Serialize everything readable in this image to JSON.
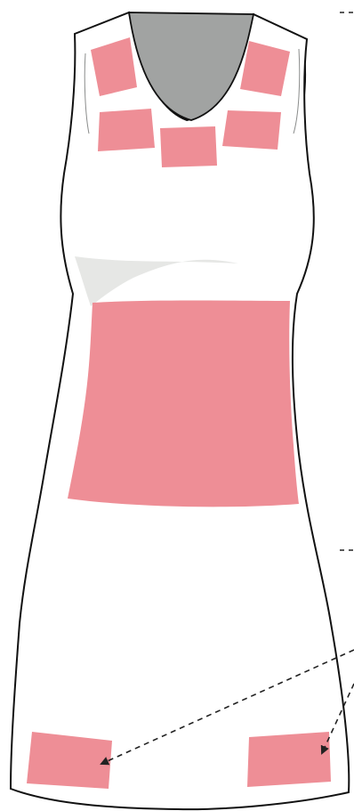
{
  "diagram": {
    "subject": "sleeveless-dress-garment-flat",
    "colors": {
      "background": "#ffffff",
      "outline": "#111111",
      "panel": "#ee8e96",
      "neckline_lining": "#a1a3a2",
      "fold_shadow": "#e6e7e5",
      "callout_line": "#222222"
    },
    "regions": [
      {
        "id": "yoke-panel-left-top",
        "fill": "panel"
      },
      {
        "id": "yoke-panel-right-top",
        "fill": "panel"
      },
      {
        "id": "yoke-panel-left-bottom",
        "fill": "panel"
      },
      {
        "id": "yoke-panel-center",
        "fill": "panel"
      },
      {
        "id": "yoke-panel-right-bottom",
        "fill": "panel"
      },
      {
        "id": "waist-panel",
        "fill": "panel"
      },
      {
        "id": "hem-panel-left",
        "fill": "panel"
      },
      {
        "id": "hem-panel-right",
        "fill": "panel"
      }
    ],
    "callouts": [
      {
        "id": "callout-upper",
        "style": "dashed",
        "arrow": false
      },
      {
        "id": "callout-middle",
        "style": "dashed",
        "arrow": false
      },
      {
        "id": "callout-hem-left",
        "style": "dashed",
        "arrow": true
      },
      {
        "id": "callout-hem-right",
        "style": "dashed",
        "arrow": true
      }
    ]
  }
}
